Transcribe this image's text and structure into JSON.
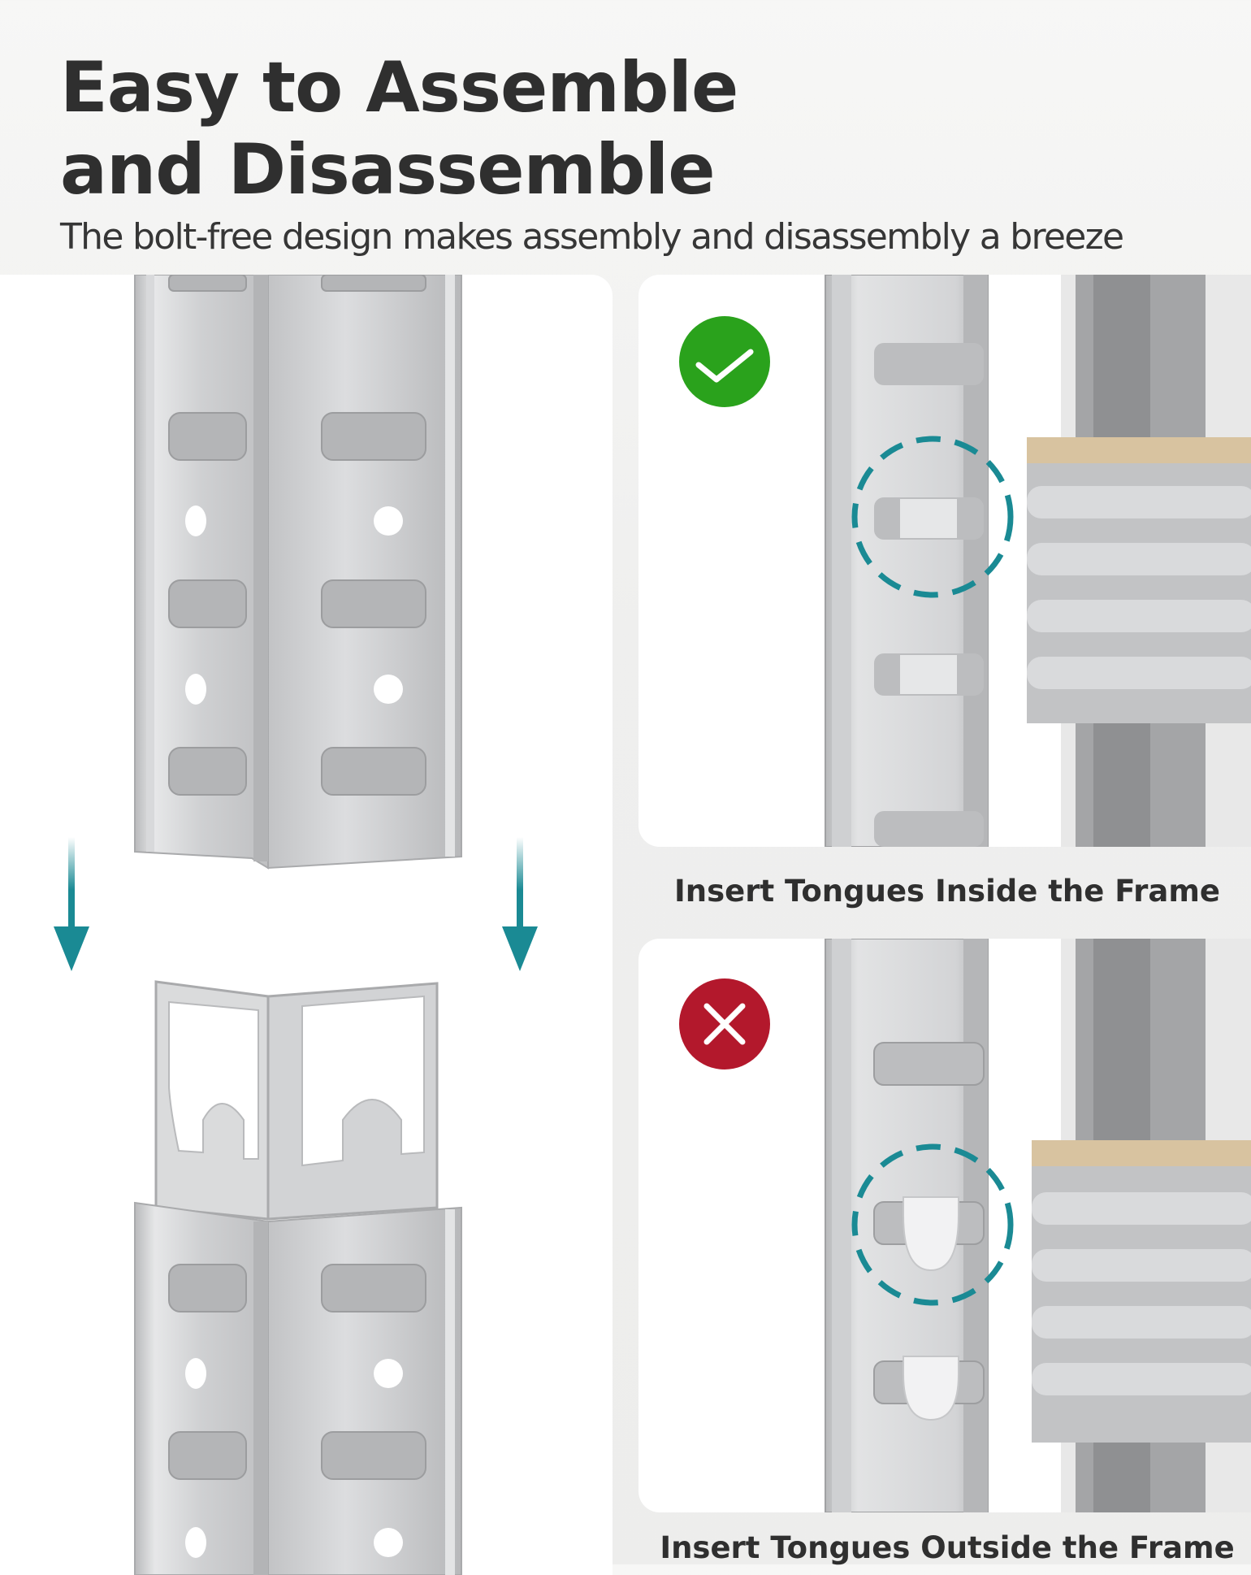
{
  "header": {
    "title_line1": "Easy to Assemble",
    "title_line2": "and Disassemble",
    "subtitle": "The bolt-free design makes assembly and disassembly a breeze"
  },
  "panels": {
    "correct": {
      "caption": "Insert Tongues Inside the Frame",
      "icon": "checkmark-icon",
      "color": "#2aa21c"
    },
    "incorrect": {
      "caption": "Insert Tongues Outside the Frame",
      "icon": "cross-icon",
      "color": "#b3182c"
    }
  },
  "colors": {
    "accent_teal": "#1a8a94",
    "steel": "#c9cacc",
    "particle_board": "#d8c3a0"
  }
}
